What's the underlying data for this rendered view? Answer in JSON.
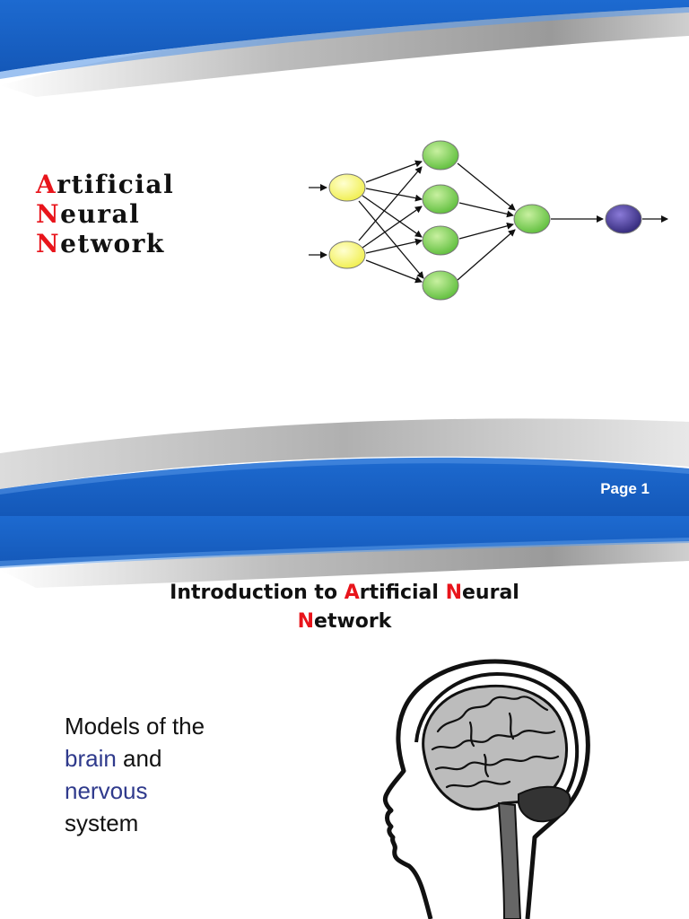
{
  "slide1": {
    "title_lines": [
      {
        "initial": "A",
        "rest": "rtificial"
      },
      {
        "initial": "N",
        "rest": "eural"
      },
      {
        "initial": "N",
        "rest": "etwork"
      }
    ],
    "page_label": "Page 1",
    "colors": {
      "band_blue": "#1b67c9",
      "accent_red": "#e8141b",
      "input_node": "#ffff7a",
      "hidden_node": "#7ad050",
      "output_node": "#4a3c9a"
    },
    "network_diagram": {
      "layers": [
        {
          "role": "input",
          "nodes": 2,
          "color": "yellow"
        },
        {
          "role": "hidden",
          "nodes": 4,
          "color": "green"
        },
        {
          "role": "hidden",
          "nodes": 1,
          "color": "green"
        },
        {
          "role": "output",
          "nodes": 1,
          "color": "purple"
        }
      ]
    }
  },
  "slide2": {
    "title": {
      "part1": "Introduction to ",
      "initial1": "A",
      "part2": "rtificial ",
      "initial2": "N",
      "part3": "eural",
      "initial3": "N",
      "part4": "etwork"
    },
    "body": {
      "line1": "Models of the",
      "word_brain": "brain",
      "word_and": " and",
      "word_nervous": "nervous",
      "line4": "system"
    },
    "illustration": "brain-in-head-icon",
    "colors": {
      "emphasis_blue": "#2f3a8c"
    }
  }
}
